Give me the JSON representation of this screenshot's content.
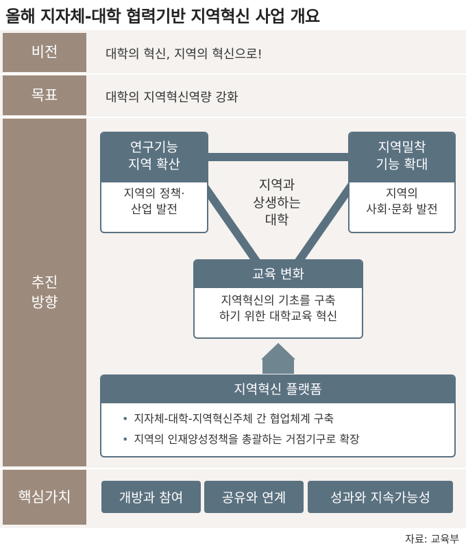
{
  "title": "올해 지자체-대학 협력기반 지역혁신 사업 개요",
  "rows": {
    "vision": {
      "label": "비전",
      "text": "대학의 혁신, 지역의 혁신으로!"
    },
    "goal": {
      "label": "목표",
      "text": "대학의 지역혁신역량 강화"
    },
    "direction": {
      "label_line1": "추진",
      "label_line2": "방향"
    },
    "core": {
      "label": "핵심가치"
    }
  },
  "diagram": {
    "left_box": {
      "title_line1": "연구기능",
      "title_line2": "지역 확산",
      "body_line1": "지역의 정책·",
      "body_line2": "산업 발전"
    },
    "right_box": {
      "title_line1": "지역밀착",
      "title_line2": "기능 확대",
      "body_line1": "지역의",
      "body_line2": "사회·문화 발전"
    },
    "center": {
      "line1": "지역과",
      "line2": "상생하는",
      "line3": "대학"
    },
    "edu_box": {
      "title": "교육 변화",
      "body_line1": "지역혁신의 기초를 구축",
      "body_line2": "하기 위한 대학교육 혁신"
    },
    "platform": {
      "title": "지역혁신 플랫폼",
      "items": [
        "지자체-대학-지역혁신주체 간 협업체계 구축",
        "지역의 인재양성정책을 총괄하는 거점기구로 확장"
      ]
    }
  },
  "core_values": [
    "개방과 참여",
    "공유와 연계",
    "성과와 지속가능성"
  ],
  "source": "자료: 교육부",
  "colors": {
    "label_bg": "#9c8a7c",
    "box_accent": "#5a7180",
    "panel_bg": "#f5f2ef",
    "arrow": "#6f8590"
  }
}
